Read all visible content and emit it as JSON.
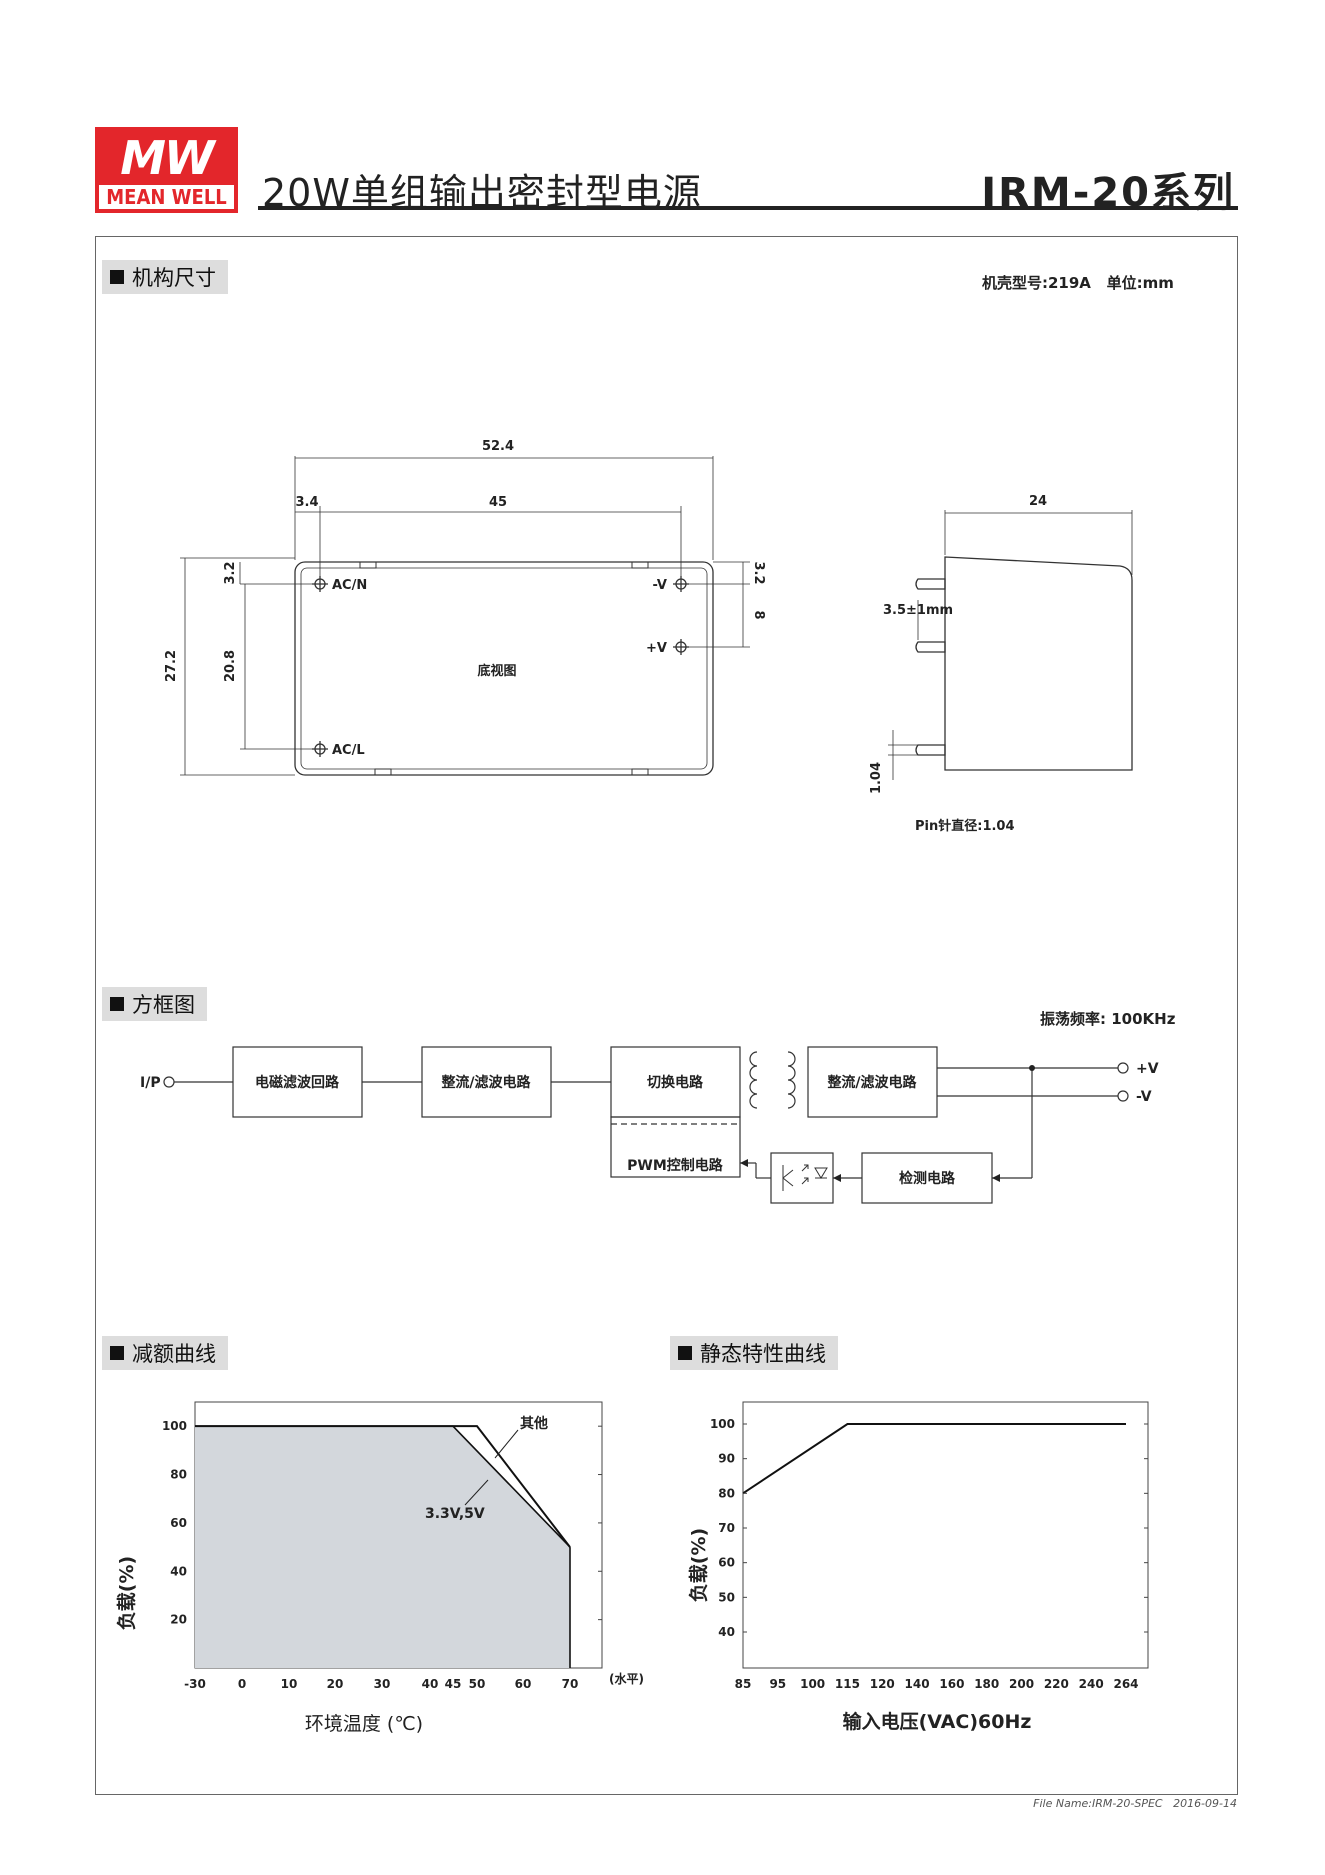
{
  "header": {
    "logo_mark": "MW",
    "logo_text": "MEAN WELL",
    "title": "20W单组输出密封型电源",
    "series": "IRM-20系列"
  },
  "mechanical": {
    "heading": "机构尺寸",
    "case_info": "机壳型号:219A   单位:mm",
    "dims": {
      "overall_width": "52.4",
      "pin_offset": "3.4",
      "pin_span": "45",
      "height": "27.2",
      "pin_vspan": "20.8",
      "top_offset_left": "3.2",
      "top_offset_right": "3.2",
      "v_spacing": "8",
      "depth": "24",
      "pin_length": "3.5±1mm",
      "pin_dia_dim": "1.04"
    },
    "pins": {
      "acn": "AC/N",
      "acl": "AC/L",
      "vneg": "-V",
      "vpos": "+V"
    },
    "bottom_view": "底视图",
    "pin_note": "Pin针直径:1.04"
  },
  "block": {
    "heading": "方框图",
    "freq": "振荡频率: 100KHz",
    "ip": "I/P",
    "emi": "电磁滤波回路",
    "rect1": "整流/滤波电路",
    "switch": "切换电路",
    "rect2": "整流/滤波电路",
    "pwm": "PWM控制电路",
    "detect": "检测电路",
    "out_pos": "+V",
    "out_neg": "-V"
  },
  "derating": {
    "heading": "减额曲线",
    "ylabel": "负载(%)",
    "xlabel": "环境温度 (℃)",
    "x_unit": "(水平)",
    "annot_other": "其他",
    "annot_33": "3.3V,5V"
  },
  "static": {
    "heading": "静态特性曲线",
    "ylabel": "负载(%)",
    "xlabel": "输入电压(VAC)60Hz"
  },
  "chart_data": [
    {
      "type": "area",
      "x_ticks": [
        "-30",
        "0",
        "10",
        "20",
        "30",
        "40",
        "45",
        "50",
        "60",
        "70"
      ],
      "y_ticks": [
        "20",
        "40",
        "60",
        "80",
        "100"
      ],
      "ylim": [
        0,
        110
      ],
      "series": [
        {
          "name": "其他",
          "x": [
            -30,
            50,
            70
          ],
          "y": [
            100,
            100,
            50
          ]
        },
        {
          "name": "3.3V,5V",
          "x": [
            -30,
            45,
            70
          ],
          "y": [
            100,
            100,
            50
          ]
        }
      ]
    },
    {
      "type": "line",
      "x_ticks": [
        "85",
        "95",
        "100",
        "115",
        "120",
        "140",
        "160",
        "180",
        "200",
        "220",
        "240",
        "264"
      ],
      "y_ticks": [
        "40",
        "50",
        "60",
        "70",
        "80",
        "90",
        "100"
      ],
      "series": [
        {
          "x": [
            "85",
            "115",
            "264"
          ],
          "y": [
            80,
            100,
            100
          ]
        }
      ]
    }
  ],
  "footer": {
    "file": "File Name:IRM-20-SPEC   2016-09-14"
  }
}
